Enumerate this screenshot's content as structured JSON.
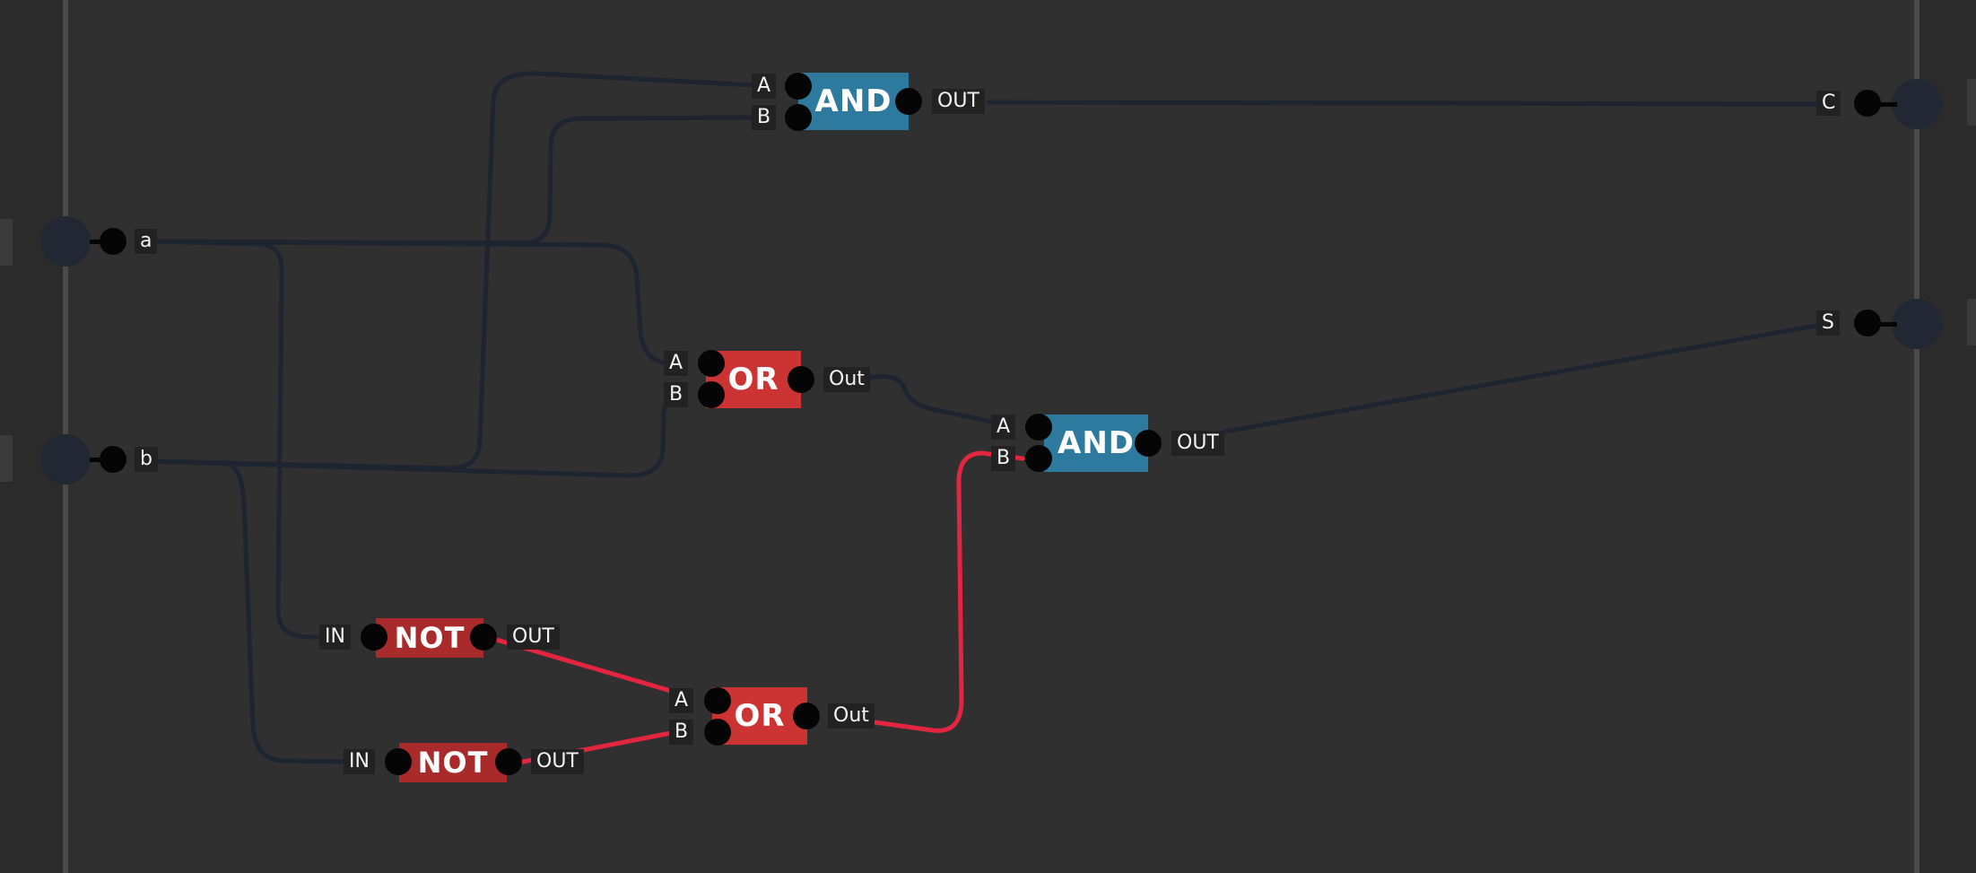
{
  "colors": {
    "background": "#303030",
    "rail": "#4a4a4a",
    "wire_off": "#1e2430",
    "wire_on": "#e3253f",
    "and_gate": "#2e7a9e",
    "or_gate": "#cc3333",
    "not_gate": "#a82a2a",
    "pin": "#050505",
    "io_circle": "#222734",
    "label_bg": "#222222"
  },
  "inputs": {
    "a": "a",
    "b": "b"
  },
  "outputs": {
    "c": "C",
    "s": "S"
  },
  "gates": {
    "and_top": {
      "name": "AND",
      "in_a": "A",
      "in_b": "B",
      "out": "OUT"
    },
    "or_mid": {
      "name": "OR",
      "in_a": "A",
      "in_b": "B",
      "out": "Out"
    },
    "and_right": {
      "name": "AND",
      "in_a": "A",
      "in_b": "B",
      "out": "OUT"
    },
    "not_1": {
      "name": "NOT",
      "in": "IN",
      "out": "OUT"
    },
    "not_2": {
      "name": "NOT",
      "in": "IN",
      "out": "OUT"
    },
    "or_bottom": {
      "name": "OR",
      "in_a": "A",
      "in_b": "B",
      "out": "Out"
    }
  }
}
